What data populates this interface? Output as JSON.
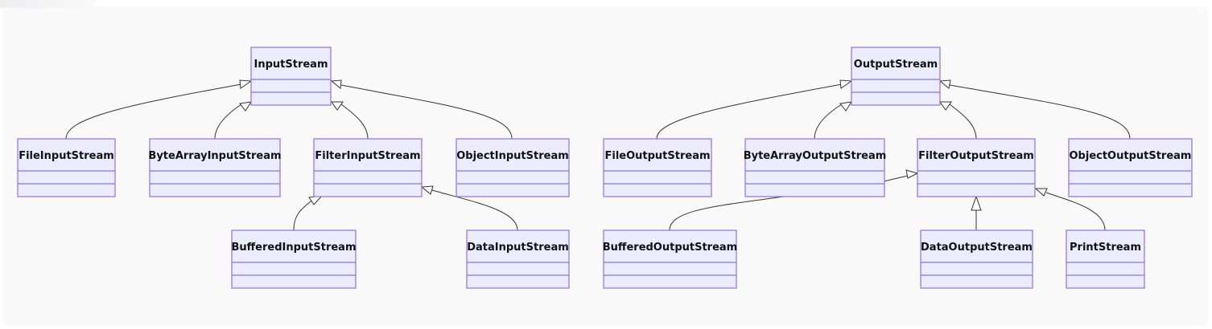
{
  "diagram": {
    "classes": {
      "input_stream": "InputStream",
      "file_input_stream": "FileInputStream",
      "byte_array_input_stream": "ByteArrayInputStream",
      "filter_input_stream": "FilterInputStream",
      "object_input_stream": "ObjectInputStream",
      "buffered_input_stream": "BufferedInputStream",
      "data_input_stream": "DataInputStream",
      "output_stream": "OutputStream",
      "file_output_stream": "FileOutputStream",
      "byte_array_output_stream": "ByteArrayOutputStream",
      "filter_output_stream": "FilterOutputStream",
      "object_output_stream": "ObjectOutputStream",
      "buffered_output_stream": "BufferedOutputStream",
      "data_output_stream": "DataOutputStream",
      "print_stream": "PrintStream"
    },
    "inheritance": [
      {
        "child": "file_input_stream",
        "parent": "input_stream"
      },
      {
        "child": "byte_array_input_stream",
        "parent": "input_stream"
      },
      {
        "child": "filter_input_stream",
        "parent": "input_stream"
      },
      {
        "child": "object_input_stream",
        "parent": "input_stream"
      },
      {
        "child": "buffered_input_stream",
        "parent": "filter_input_stream"
      },
      {
        "child": "data_input_stream",
        "parent": "filter_input_stream"
      },
      {
        "child": "file_output_stream",
        "parent": "output_stream"
      },
      {
        "child": "byte_array_output_stream",
        "parent": "output_stream"
      },
      {
        "child": "filter_output_stream",
        "parent": "output_stream"
      },
      {
        "child": "object_output_stream",
        "parent": "output_stream"
      },
      {
        "child": "buffered_output_stream",
        "parent": "filter_output_stream"
      },
      {
        "child": "data_output_stream",
        "parent": "filter_output_stream"
      },
      {
        "child": "print_stream",
        "parent": "filter_output_stream"
      }
    ],
    "colors": {
      "box_fill": "#ececff",
      "box_stroke": "#9370db",
      "edge": "#333333",
      "background": "#f9f9fa"
    }
  }
}
